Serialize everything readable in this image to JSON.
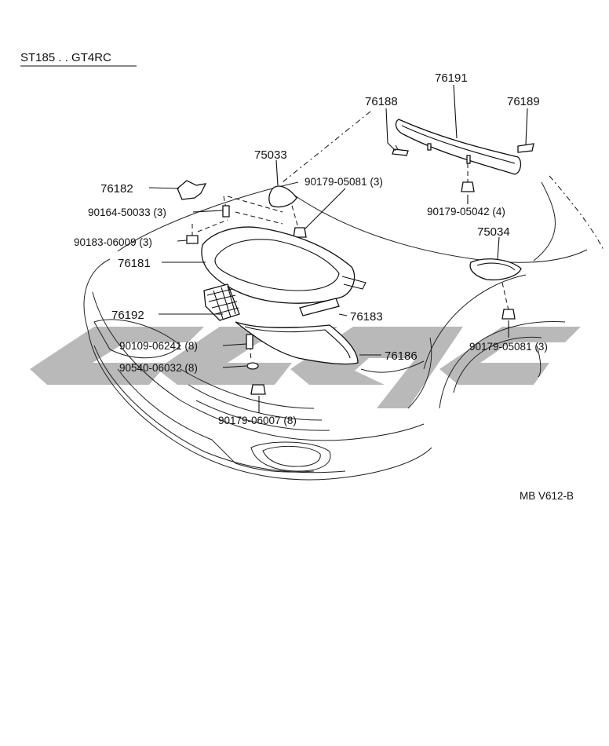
{
  "header": {
    "title": "ST185 . . GT4RC"
  },
  "diagram_code": "MB V612-B",
  "watermark_color": "#b9b9b9",
  "parts": {
    "p76191": "76191",
    "p76188": "76188",
    "p76189": "76189",
    "p75033": "75033",
    "p90179_05081_a": "90179-05081 (3)",
    "p76182": "76182",
    "p90164_50033": "90164-50033 (3)",
    "p90179_05042": "90179-05042 (4)",
    "p90183_06009": "90183-06009 (3)",
    "p75034": "75034",
    "p76181": "76181",
    "p76192": "76192",
    "p76183": "76183",
    "p90109_06241": "90109-06241 (8)",
    "p90179_05081_b": "90179-05081 (3)",
    "p76186": "76186",
    "p90540_06032": "90540-06032 (8)",
    "p90179_06007": "90179-06007 (8)"
  }
}
